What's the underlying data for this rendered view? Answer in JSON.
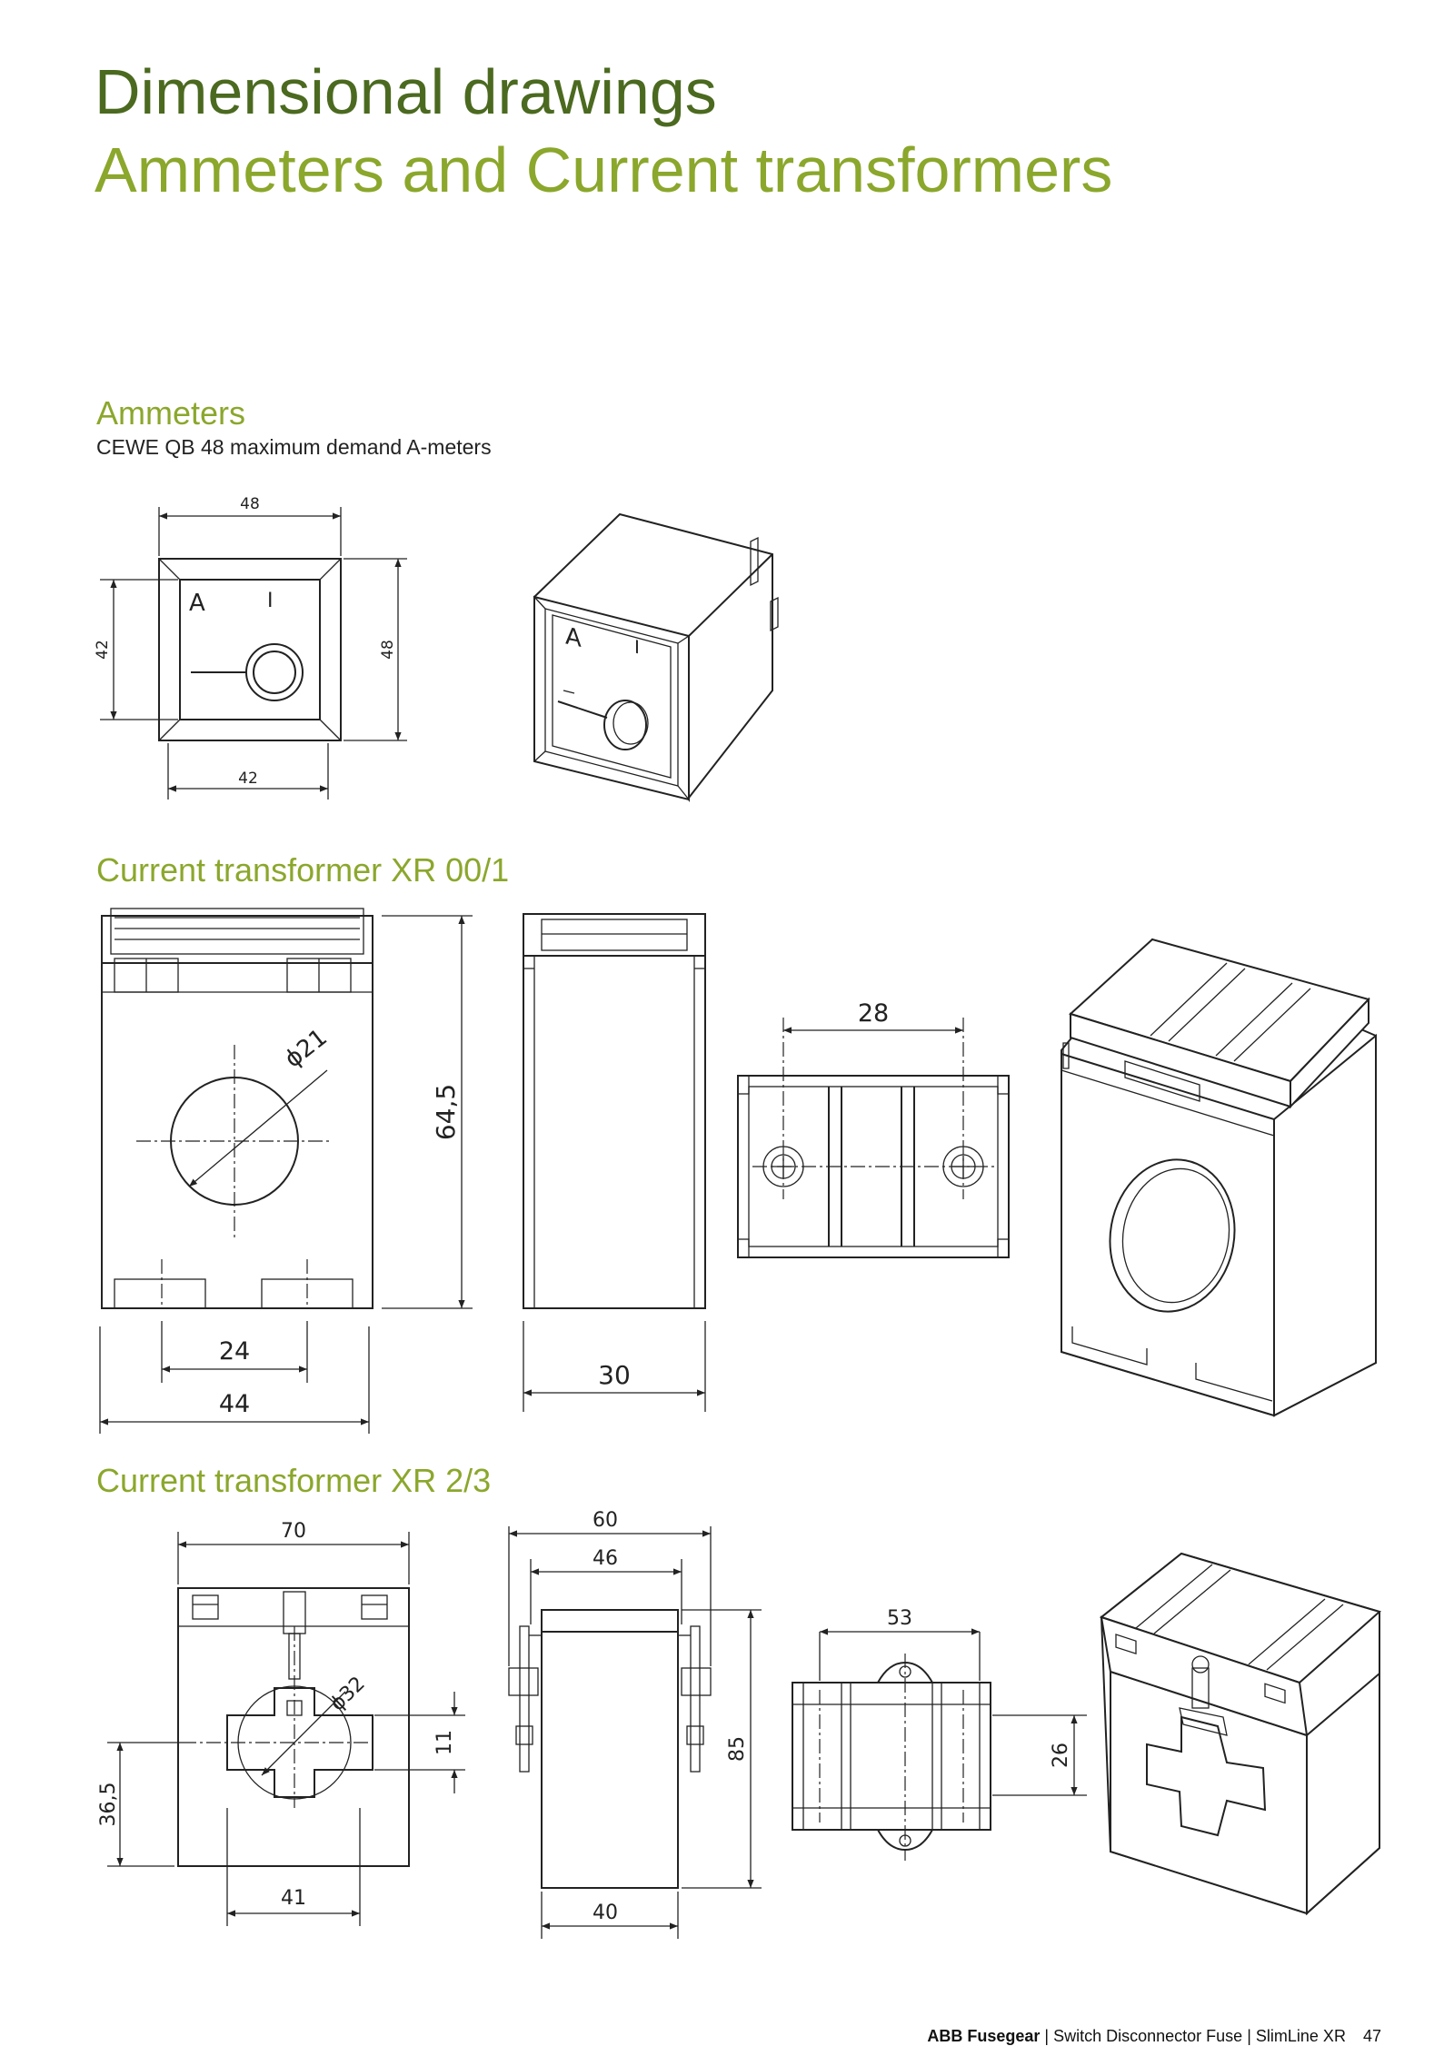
{
  "header": {
    "title_line1": "Dimensional drawings",
    "title_line2": "Ammeters and Current transformers"
  },
  "ammeters": {
    "heading": "Ammeters",
    "subtitle": "CEWE QB 48 maximum demand A-meters",
    "dims": {
      "top": "48",
      "left": "42",
      "right": "48",
      "bottom": "42"
    },
    "dial_labels": {
      "unit": "A",
      "mark": "I"
    }
  },
  "ct_xr00": {
    "heading": "Current transformer XR 00/1",
    "dims": {
      "hole": "ϕ21",
      "height": "64,5",
      "inner_width": "24",
      "width": "44",
      "depth": "30",
      "terminal_spacing": "28"
    }
  },
  "ct_xr23": {
    "heading": "Current transformer XR 2/3",
    "dims": {
      "width": "70",
      "hole": "ϕ32",
      "slot": "11",
      "center_height": "36,5",
      "base": "41",
      "outer_depth": "60",
      "inner_depth": "46",
      "height": "85",
      "depth": "40",
      "terminal_spacing": "53",
      "terminal_offset": "26"
    }
  },
  "footer": {
    "brand": "ABB Fusegear",
    "separator": "|",
    "product": "Switch Disconnector Fuse",
    "series": "SlimLine XR",
    "page_number": "47"
  },
  "colors": {
    "dark_green": "#4b6a20",
    "light_green": "#8ba72c",
    "line": "#222222"
  }
}
